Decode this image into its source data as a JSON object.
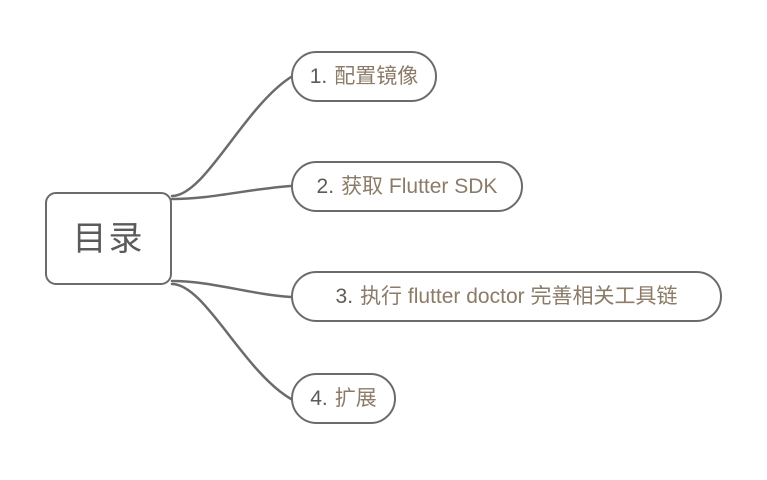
{
  "diagram": {
    "type": "mindmap",
    "title": "目录",
    "background_color": "#ffffff",
    "stroke_color": "#6b6b6b",
    "branch_text_color": "#8b7b68",
    "index_text_color": "#5f5a55",
    "root_text_color": "#5b5b5b",
    "root": {
      "label": "目录"
    },
    "branches": [
      {
        "index": "1.",
        "label": "配置镜像"
      },
      {
        "index": "2.",
        "label": "获取 Flutter SDK"
      },
      {
        "index": "3.",
        "label": "执行 flutter doctor 完善相关工具链"
      },
      {
        "index": "4.",
        "label": "扩展"
      }
    ]
  }
}
